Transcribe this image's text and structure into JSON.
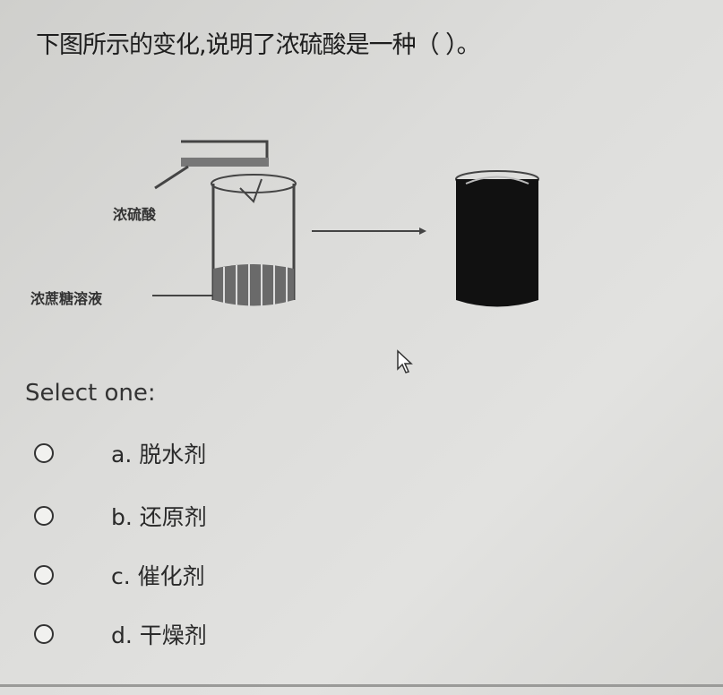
{
  "question": {
    "text": "下图所示的变化,说明了浓硫酸是一种（        ）。"
  },
  "diagram": {
    "label_acid": "浓硫酸",
    "label_solution": "浓蔗糖溶液"
  },
  "prompt": "Select one:",
  "options": [
    {
      "letter": "a.",
      "text": "脱水剂"
    },
    {
      "letter": "b.",
      "text": "还原剂"
    },
    {
      "letter": "c.",
      "text": "催化剂"
    },
    {
      "letter": "d.",
      "text": "干燥剂"
    }
  ],
  "icons": {
    "cursor": "arrow-cursor-icon",
    "radio": "radio-unchecked-icon"
  }
}
